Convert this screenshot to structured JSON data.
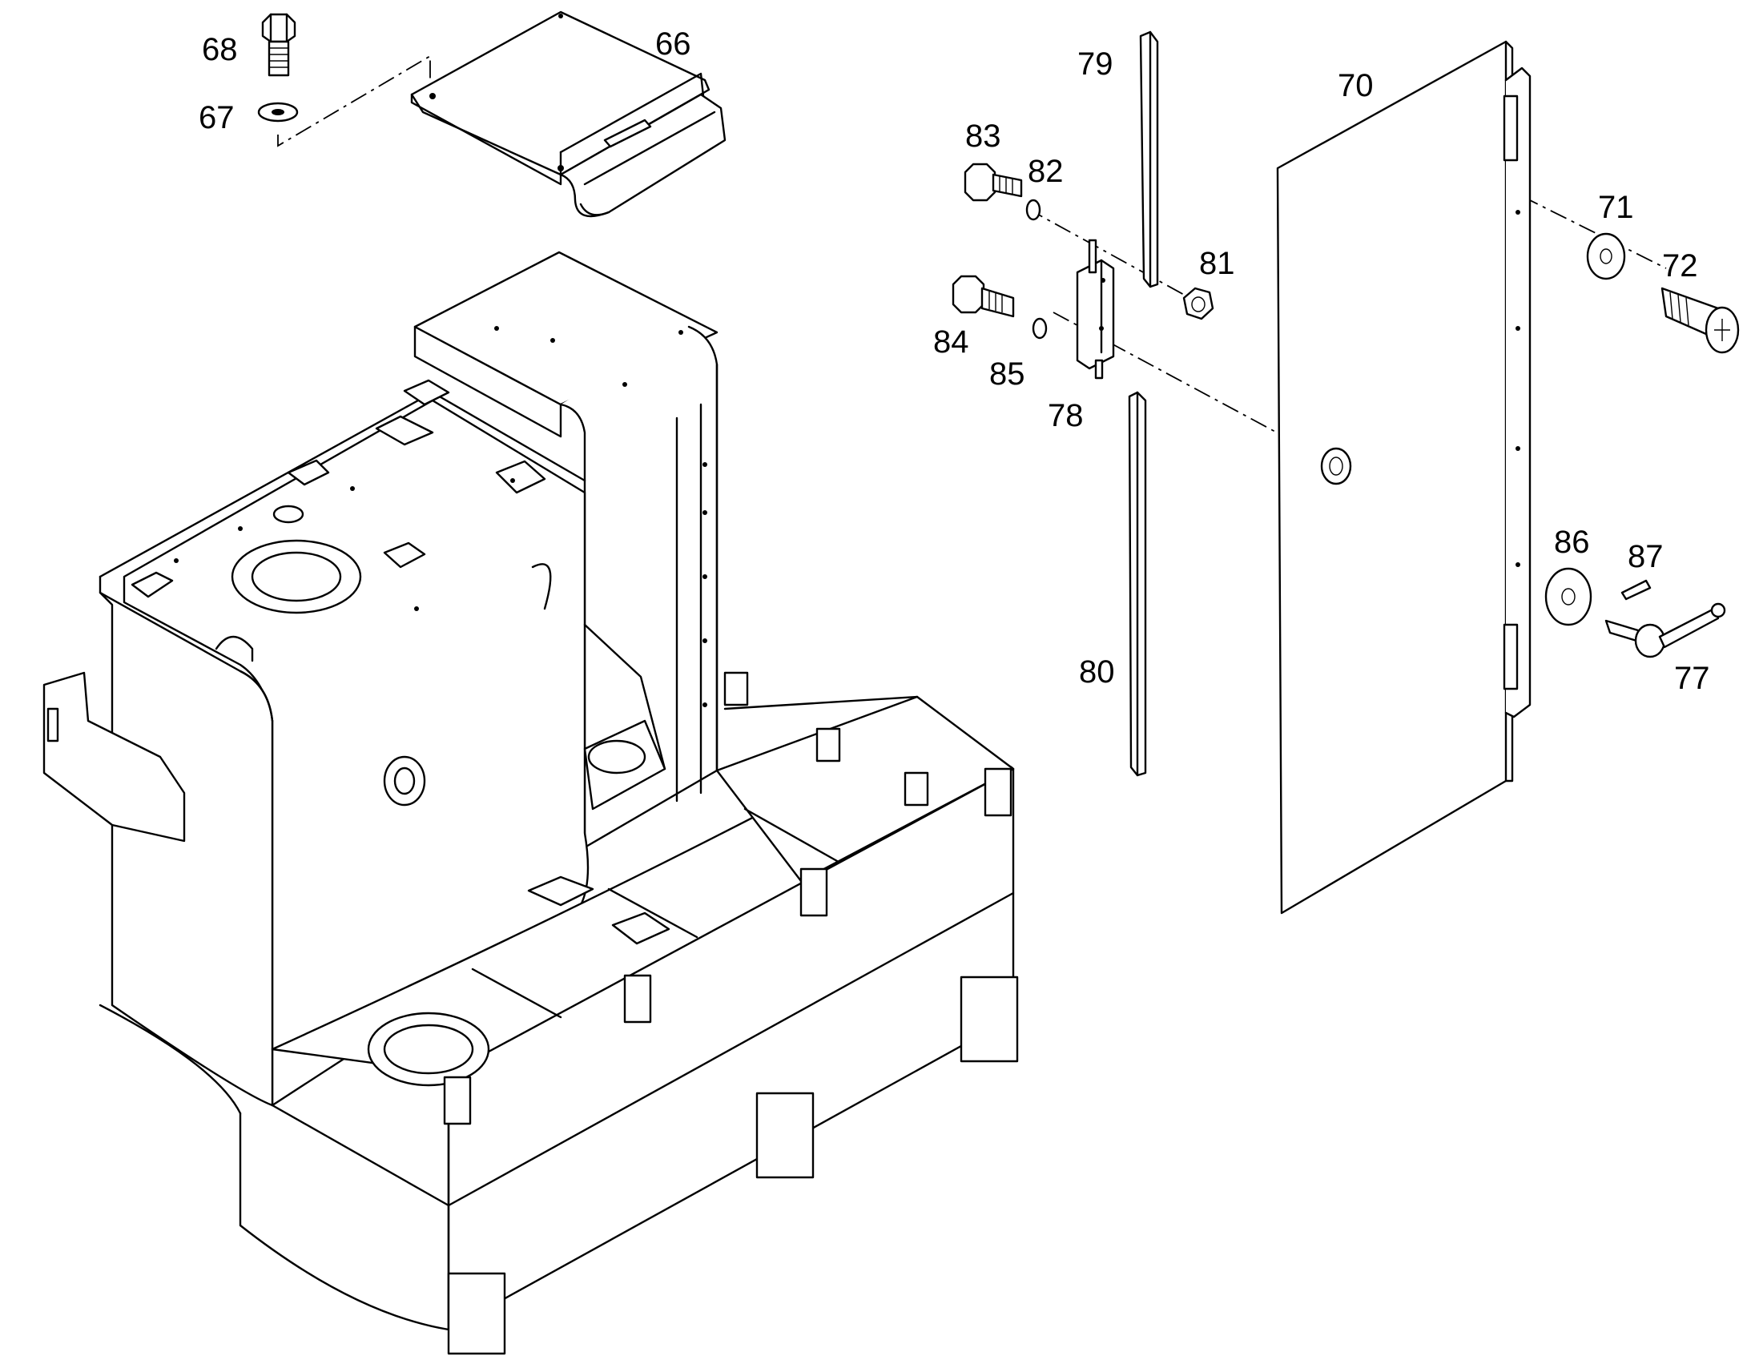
{
  "diagram": {
    "callouts": [
      {
        "id": "66",
        "text": "66"
      },
      {
        "id": "67",
        "text": "67"
      },
      {
        "id": "68",
        "text": "68"
      },
      {
        "id": "70",
        "text": "70"
      },
      {
        "id": "71",
        "text": "71"
      },
      {
        "id": "72",
        "text": "72"
      },
      {
        "id": "77",
        "text": "77"
      },
      {
        "id": "78",
        "text": "78"
      },
      {
        "id": "79",
        "text": "79"
      },
      {
        "id": "80",
        "text": "80"
      },
      {
        "id": "81",
        "text": "81"
      },
      {
        "id": "82",
        "text": "82"
      },
      {
        "id": "83",
        "text": "83"
      },
      {
        "id": "84",
        "text": "84"
      },
      {
        "id": "85",
        "text": "85"
      },
      {
        "id": "86",
        "text": "86"
      },
      {
        "id": "87",
        "text": "87"
      }
    ]
  }
}
